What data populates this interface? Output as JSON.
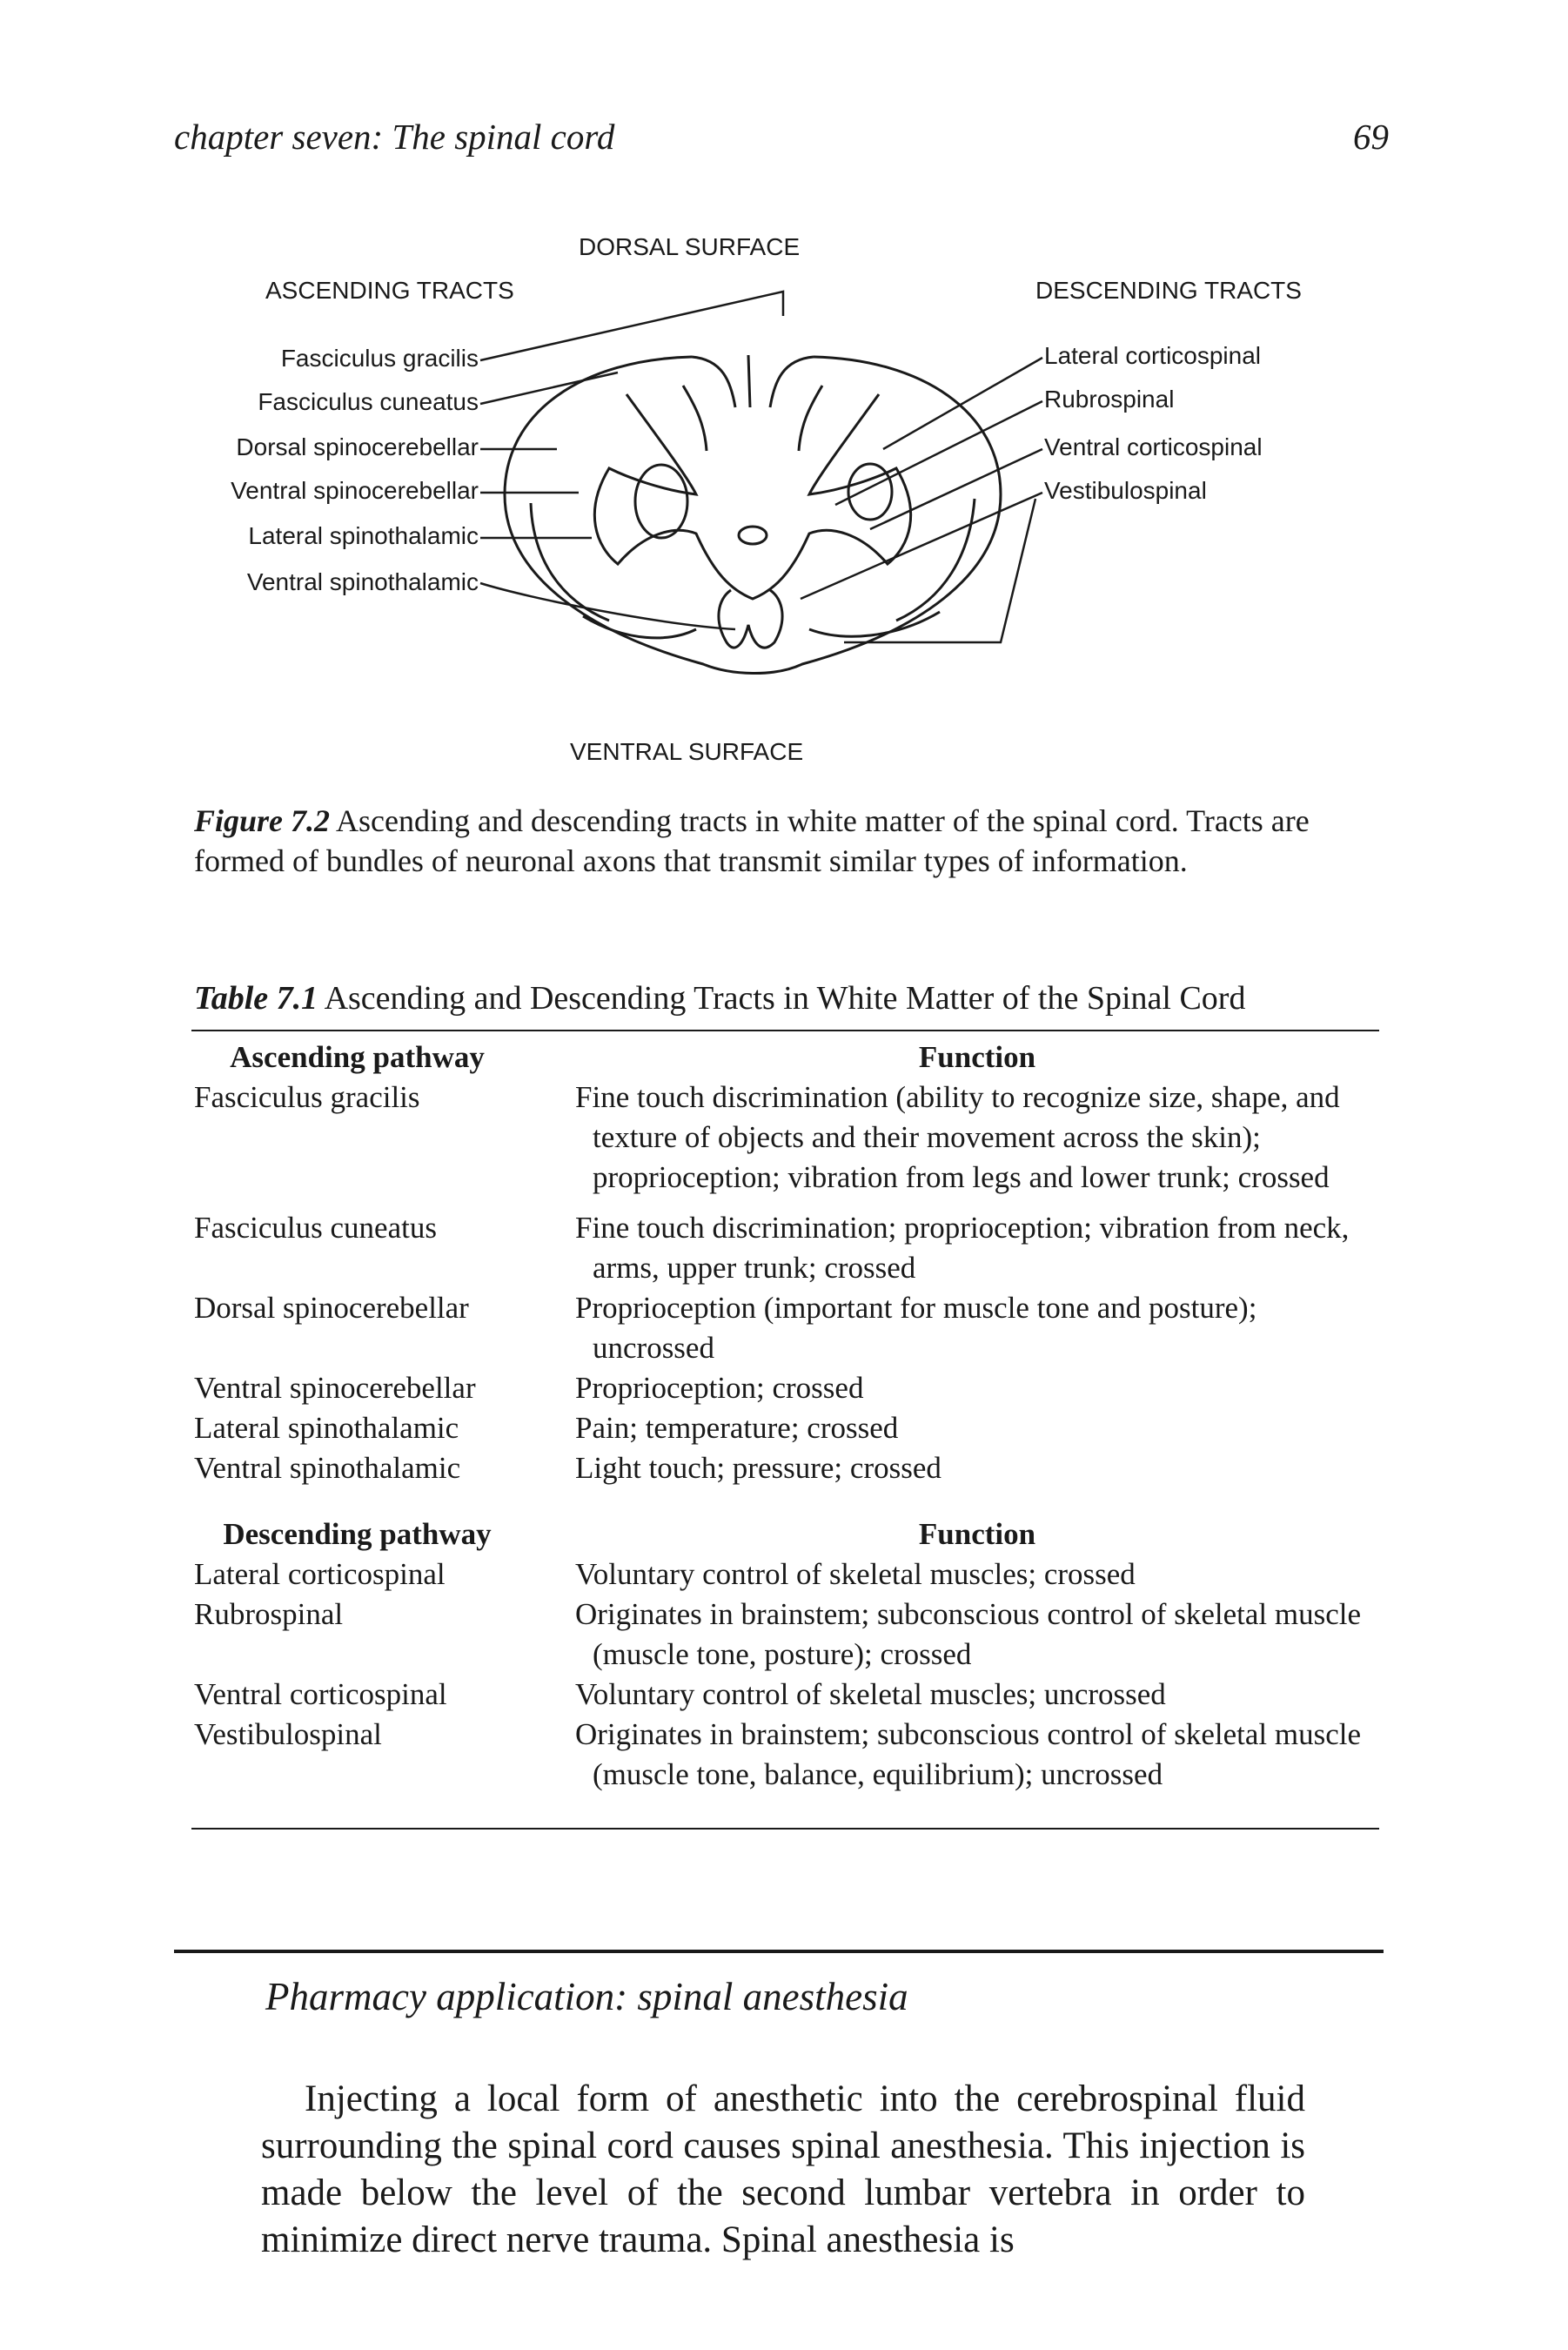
{
  "header": {
    "running_head": "chapter seven:  The spinal cord",
    "page_number": "69"
  },
  "figure": {
    "dorsal_label": "DORSAL SURFACE",
    "ventral_label": "VENTRAL SURFACE",
    "ascending_header": "ASCENDING TRACTS",
    "descending_header": "DESCENDING TRACTS",
    "ascending_tracts": [
      "Fasciculus gracilis",
      "Fasciculus cuneatus",
      "Dorsal spinocerebellar",
      "Ventral spinocerebellar",
      "Lateral spinothalamic",
      "Ventral spinothalamic"
    ],
    "descending_tracts": [
      "Lateral corticospinal",
      "Rubrospinal",
      "Ventral corticospinal",
      "Vestibulospinal"
    ],
    "caption_label": "Figure 7.2",
    "caption_text": "Ascending and descending tracts in white matter of the spinal cord. Tracts are formed of bundles of neuronal axons that transmit similar types of information."
  },
  "table": {
    "label": "Table 7.1",
    "title": "Ascending and Descending Tracts in White Matter of the Spinal Cord",
    "ascending_header": "Ascending pathway",
    "descending_header": "Descending pathway",
    "function_header": "Function",
    "ascending_rows": [
      {
        "pathway": "Fasciculus gracilis",
        "function": "Fine touch discrimination (ability to recognize size, shape, and texture of objects and their movement across the skin); proprioception; vibration from legs and lower trunk; crossed"
      },
      {
        "pathway": "Fasciculus cuneatus",
        "function": "Fine touch discrimination; proprioception; vibration from neck, arms, upper trunk; crossed"
      },
      {
        "pathway": "Dorsal spinocerebellar",
        "function": "Proprioception (important for muscle tone and posture); uncrossed"
      },
      {
        "pathway": "Ventral spinocerebellar",
        "function": "Proprioception; crossed"
      },
      {
        "pathway": "Lateral spinothalamic",
        "function": "Pain; temperature; crossed"
      },
      {
        "pathway": "Ventral spinothalamic",
        "function": "Light touch; pressure; crossed"
      }
    ],
    "descending_rows": [
      {
        "pathway": "Lateral corticospinal",
        "function": "Voluntary control of skeletal muscles; crossed"
      },
      {
        "pathway": "Rubrospinal",
        "function": "Originates in brainstem; subconscious control of skeletal muscle (muscle tone, posture); crossed"
      },
      {
        "pathway": "Ventral corticospinal",
        "function": "Voluntary control of skeletal muscles; uncrossed"
      },
      {
        "pathway": "Vestibulospinal",
        "function": "Originates in brainstem; subconscious control of skeletal muscle (muscle tone, balance, equilibrium); uncrossed"
      }
    ]
  },
  "section": {
    "title": "Pharmacy application: spinal anesthesia",
    "body": "Injecting a local form of anesthetic into the cerebrospinal fluid surrounding the spinal cord causes spinal anesthesia. This injection is made below the level of the second lumbar vertebra in order to minimize direct nerve trauma. Spinal anesthesia is"
  }
}
